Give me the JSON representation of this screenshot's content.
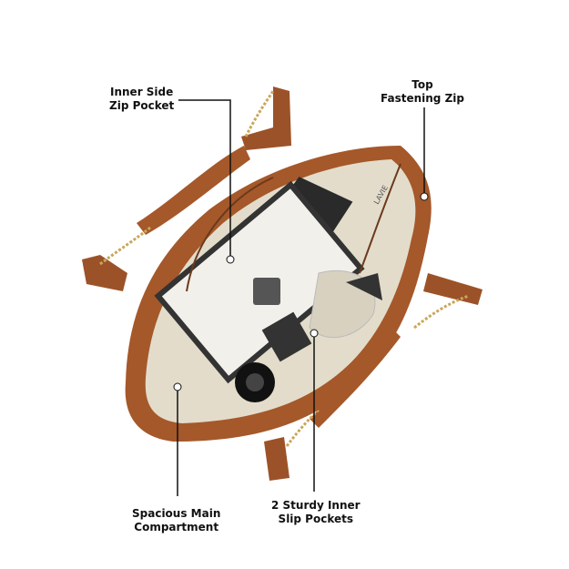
{
  "product": {
    "brand_logo": "LAVIE",
    "colors": {
      "leather": "#a5582a",
      "lining": "#e3dccb",
      "hardware": "#c9a75a",
      "callout": "#111111"
    }
  },
  "callouts": [
    {
      "line1": "Inner Side",
      "line2": "Zip Pocket"
    },
    {
      "line1": "Top",
      "line2": "Fastening Zip"
    },
    {
      "line1": "Spacious Main",
      "line2": "Compartment"
    },
    {
      "line1": "2 Sturdy Inner",
      "line2": "Slip Pockets"
    }
  ]
}
